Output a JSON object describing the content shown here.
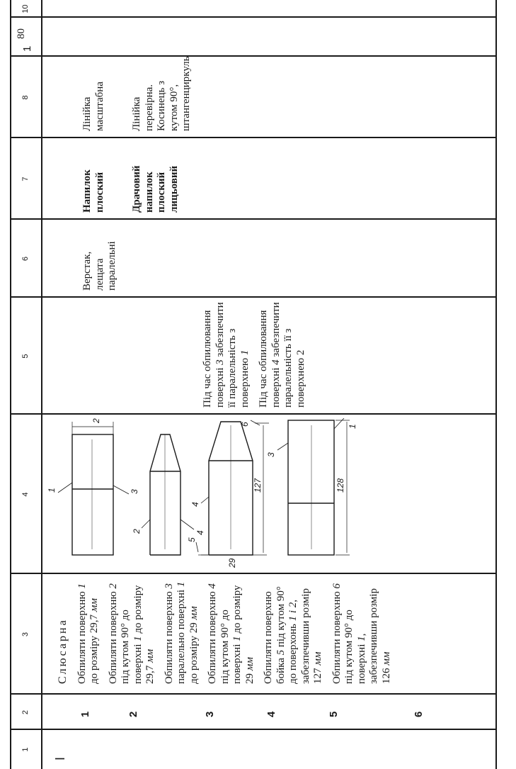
{
  "headers": [
    "1",
    "2",
    "3",
    "4",
    "5",
    "6",
    "7",
    "8",
    "",
    "10"
  ],
  "stage_number": "I",
  "workshop": "Слюсарна",
  "steps": [
    {
      "number": "1",
      "text_a": "Обпиляти поверхню ",
      "ref": "1",
      "text_b": " до розміру 29,7 ",
      "ref2": "",
      "text_c": "",
      "unit": "мм"
    },
    {
      "number": "2",
      "text_a": "Обпиляти поверхню ",
      "ref": "2",
      "text_b": " під кутом 90° до поверхні ",
      "ref2": "1",
      "text_c": " до розміру 29,7 ",
      "unit": "мм"
    },
    {
      "number": "3",
      "text_a": "Обпиляти поверхню ",
      "ref": "3",
      "text_b": " паралельно поверхні ",
      "ref2": "1",
      "text_c": " до розміру 29 ",
      "unit": "мм"
    },
    {
      "number": "4",
      "text_a": "Обпиляти поверхню ",
      "ref": "4",
      "text_b": " під кутом 90° до поверхні ",
      "ref2": "1",
      "text_c": " до розміру 29 ",
      "unit": "мм"
    },
    {
      "number": "5",
      "text_a": "Обпиляти поверхню бойка ",
      "ref": "5",
      "text_b": " під кутом 90° до поверхонь ",
      "ref2": "1 і 2",
      "text_c": ", забезпечивши розмір 127 ",
      "unit": "мм"
    },
    {
      "number": "6",
      "text_a": "Обпиляти поверхню ",
      "ref": "6",
      "text_b": " під кутом 90° до поверхні ",
      "ref2": "1",
      "text_c": ", забезпечивши розмір 126 ",
      "unit": "мм"
    }
  ],
  "sketches": {
    "s1_label_1": "1",
    "s1_label_3": "3",
    "s1_dim": "29",
    "s2_label_2": "2",
    "s2_label_4": "4",
    "s3_label_5": "5",
    "s3_label_4": "4",
    "s3_dim_29": "29",
    "s3_dim_127": "127",
    "s3_label_6": "6",
    "s4_label_3": "3",
    "s4_label_1": "1",
    "s4_dim_128": "128"
  },
  "notes": [
    {
      "text_a": "Під час обпилювання поверхні ",
      "ref": "3",
      "text_b": " забезпечити її паралельність з поверхнею ",
      "ref2": "1"
    },
    {
      "text_a": "Під час обпилювання поверхні ",
      "ref": "4",
      "text_b": " забезпечити паралельність її з поверхнею 2"
    }
  ],
  "equipment": "Верстак, лещата паралельні",
  "tools": [
    "Напилок плоский",
    "Драчовий напилок плоский лицьовий"
  ],
  "measuring": [
    "Лінійка масштабна",
    {
      "text": "Лінійка перевірна. Косинець з кутом 90°, штангенциркуль",
      "bold": ""
    }
  ],
  "count": "1",
  "time": "80"
}
